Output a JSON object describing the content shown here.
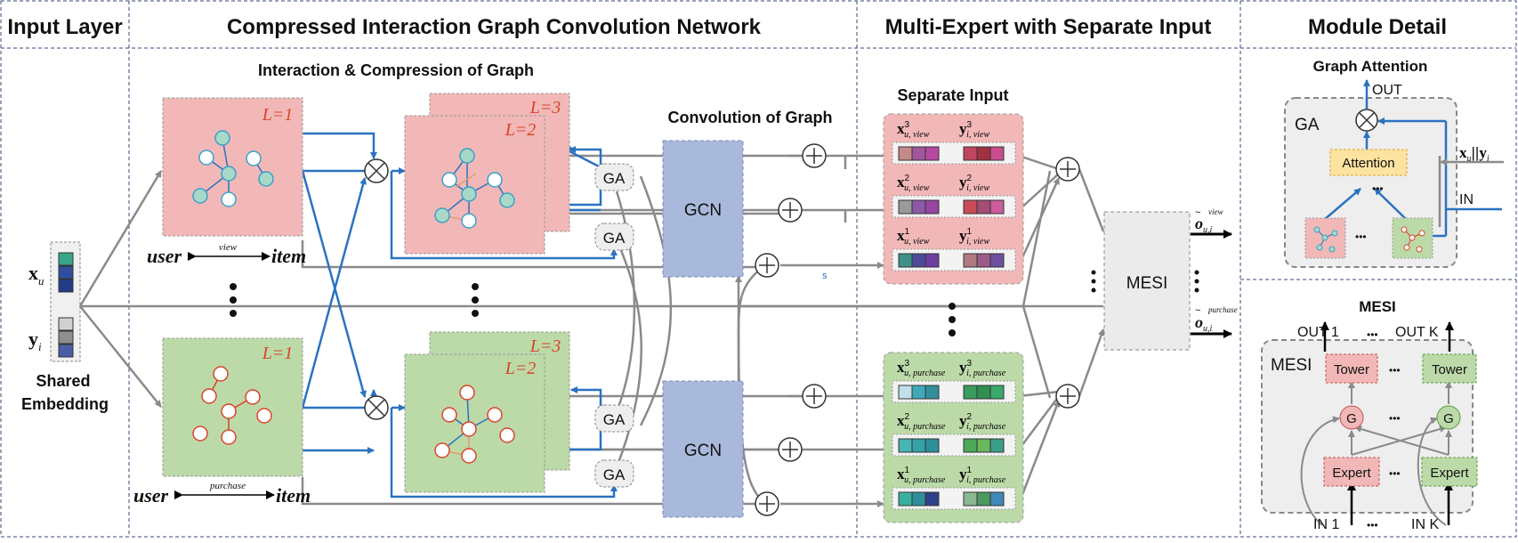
{
  "headers": {
    "input_layer": "Input Layer",
    "cigcn": "Compressed Interaction Graph Convolution Network",
    "multi_expert": "Multi-Expert with Separate Input",
    "module_detail": "Module Detail"
  },
  "subheaders": {
    "interaction": "Interaction & Compression of Graph",
    "convolution": "Convolution of Graph",
    "separate_input": "Separate Input",
    "graph_attention": "Graph Attention",
    "mesi_title": "MESI"
  },
  "input": {
    "x_sym": "x",
    "x_sub": "u",
    "y_sym": "y",
    "y_sub": "i",
    "shared_line1": "Shared",
    "shared_line2": "Embedding",
    "x_colors": [
      "#3aa58a",
      "#2f4f9e",
      "#243b88"
    ],
    "y_colors": [
      "#d0d0d0",
      "#8f8f8f",
      "#4a5ea8"
    ]
  },
  "graphs": {
    "layer1": "L=1",
    "layer2": "L=2",
    "layer3": "L=3",
    "user": "user",
    "item": "item",
    "view": "view",
    "purchase": "purchase",
    "view_fill": "#f2b8b8",
    "purchase_fill": "#bcdaa8"
  },
  "modules": {
    "ga": "GA",
    "gcn": "GCN",
    "mesi": "MESI",
    "attention": "Attention",
    "tower": "Tower",
    "expert": "Expert",
    "gate": "G",
    "gcn_fill": "#a9b9dc",
    "attention_fill": "#fde3a0"
  },
  "separate": {
    "view_rows": [
      {
        "x": "x",
        "x_sup": "3",
        "x_sub": "u, view",
        "y": "y",
        "y_sup": "3",
        "y_sub": "i, view",
        "x_colors": [
          "#c48a8a",
          "#a3569d",
          "#b64aa0"
        ],
        "y_colors": [
          "#c04560",
          "#a13040",
          "#c94d8d"
        ]
      },
      {
        "x": "x",
        "x_sup": "2",
        "x_sub": "u, view",
        "y": "y",
        "y_sup": "2",
        "y_sub": "i, view",
        "x_colors": [
          "#9a9a9a",
          "#8a5aa6",
          "#9a45a2"
        ],
        "y_colors": [
          "#c74c58",
          "#a64c75",
          "#cc5c9c"
        ]
      },
      {
        "x": "x",
        "x_sup": "1",
        "x_sub": "u, view",
        "y": "y",
        "y_sup": "1",
        "y_sub": "i, view",
        "x_colors": [
          "#3f8f8a",
          "#4b4b9a",
          "#6c3ea0"
        ],
        "y_colors": [
          "#b07a80",
          "#9a5b88",
          "#6e4fa0"
        ]
      }
    ],
    "purchase_rows": [
      {
        "x": "x",
        "x_sup": "3",
        "x_sub": "u, purchase",
        "y": "y",
        "y_sup": "3",
        "y_sub": "i, purchase",
        "x_colors": [
          "#bfe0e8",
          "#3fa9b8",
          "#2f8f9a"
        ],
        "y_colors": [
          "#3c9b5e",
          "#2f8f4f",
          "#3aa86a"
        ]
      },
      {
        "x": "x",
        "x_sup": "2",
        "x_sub": "u, purchase",
        "y": "y",
        "y_sup": "2",
        "y_sub": "i, purchase",
        "x_colors": [
          "#48b5b5",
          "#33a3a8",
          "#2e8f9c"
        ],
        "y_colors": [
          "#4ea85a",
          "#6ab75a",
          "#3a9f8a"
        ]
      },
      {
        "x": "x",
        "x_sup": "1",
        "x_sub": "u, purchase",
        "y": "y",
        "y_sup": "1",
        "y_sub": "i, purchase",
        "x_colors": [
          "#3ab0a0",
          "#2e8f9a",
          "#30408a"
        ],
        "y_colors": [
          "#8ab890",
          "#4a9a60",
          "#3f88b8"
        ]
      }
    ]
  },
  "outputs": {
    "o": "o",
    "sub": "u,i",
    "view_sup": "view",
    "purchase_sup": "purchase",
    "stray_s": "s"
  },
  "ga_detail": {
    "out": "OUT",
    "in": "IN",
    "xy_x": "x",
    "xy_sub": "u",
    "xy_mid": "||",
    "xy_y": "y",
    "xy_sub2": "i"
  },
  "mesi_detail": {
    "out1": "OUT 1",
    "outk": "OUT K",
    "in1": "IN 1",
    "ink": "IN K"
  },
  "ellipsis": "•••"
}
